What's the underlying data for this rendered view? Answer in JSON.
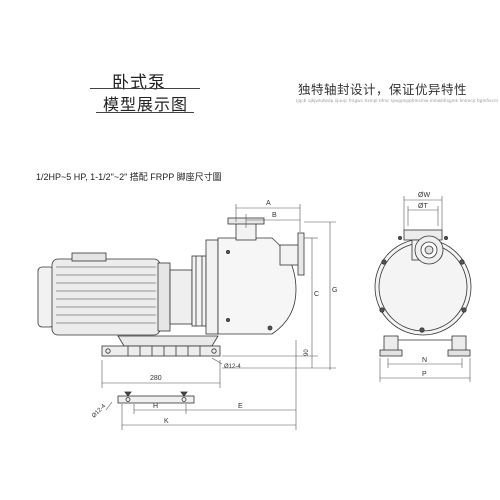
{
  "header": {
    "title_line1": "卧式泵",
    "title_line2": "模型展示图",
    "slogan": "独特轴封设计，保证优异特性",
    "fine_print": "Ijqcb ojkjwtufwdp iijuujc frsgwc  hxmpl bfmc  tpwjqmpphmcmw  mmwbfisgmk  fmtmcjr  bgmfiscm"
  },
  "drawing": {
    "caption": "1/2HP~5 HP, 1-1/2\"~2\"  搭配  FRPP 脚座尺寸圖",
    "side_view_labels": {
      "a": "A",
      "b": "B",
      "c": "C",
      "g": "G",
      "h90": "90",
      "d280": "280",
      "hole": "Ø12-4",
      "hole2": "Ø12-4",
      "h": "H",
      "e": "E",
      "k": "K"
    },
    "front_view_labels": {
      "w": "ØW",
      "t": "ØT",
      "n": "N",
      "p": "P"
    }
  },
  "colors": {
    "line": "#333333",
    "light": "#888888",
    "text": "#222222"
  }
}
